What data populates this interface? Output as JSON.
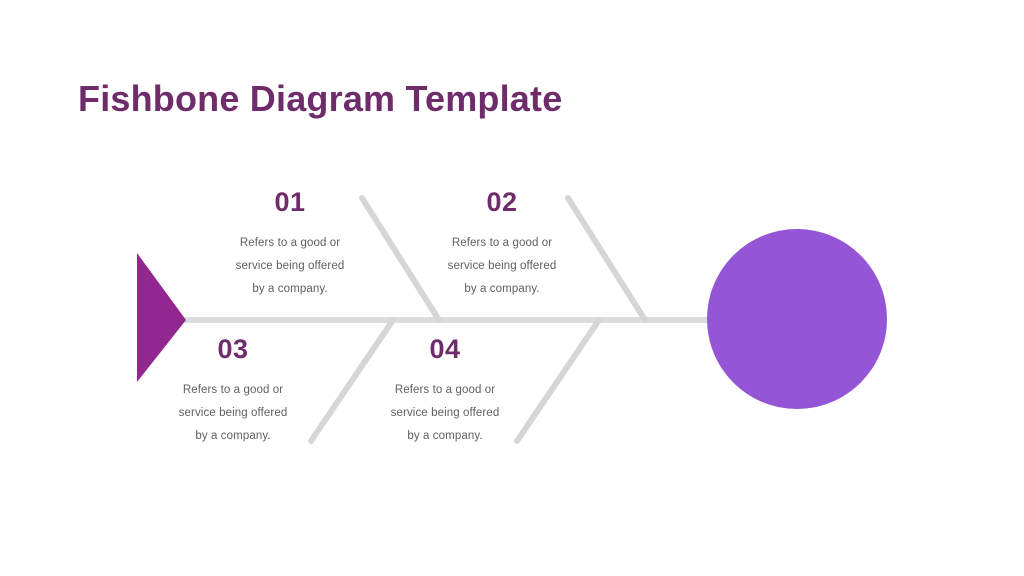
{
  "slide": {
    "title": "Fishbone Diagram Template",
    "background_color": "#FFFFFF"
  },
  "colors": {
    "title_purple": "#6E2C6B",
    "head_purple": "#92278F",
    "effect_circle_purple": "#9455D6",
    "bone_gray": "#D6D6D6",
    "spine_gray": "#DCDCDC",
    "body_text_gray": "#5F5F5F"
  },
  "diagram": {
    "type": "fishbone",
    "head_shape": "triangle-right",
    "effect_shape": "circle",
    "spine_orientation": "horizontal",
    "causes": [
      {
        "number": "01",
        "text": "Refers to a good or service being offered by a company.",
        "lines": [
          "Refers to a good or",
          "service being offered",
          "by a company."
        ],
        "position": "above-left"
      },
      {
        "number": "02",
        "text": "Refers to a good or service being offered by a company.",
        "lines": [
          "Refers to a good or",
          "service being offered",
          "by a company."
        ],
        "position": "above-right"
      },
      {
        "number": "03",
        "text": "Refers to a good or service being offered by a company.",
        "lines": [
          "Refers to a good or",
          "service being offered",
          "by a company."
        ],
        "position": "below-left"
      },
      {
        "number": "04",
        "text": "Refers to a good or service being offered by a company.",
        "lines": [
          "Refers to a good or",
          "service being offered",
          "by a company."
        ],
        "position": "below-right"
      }
    ]
  }
}
